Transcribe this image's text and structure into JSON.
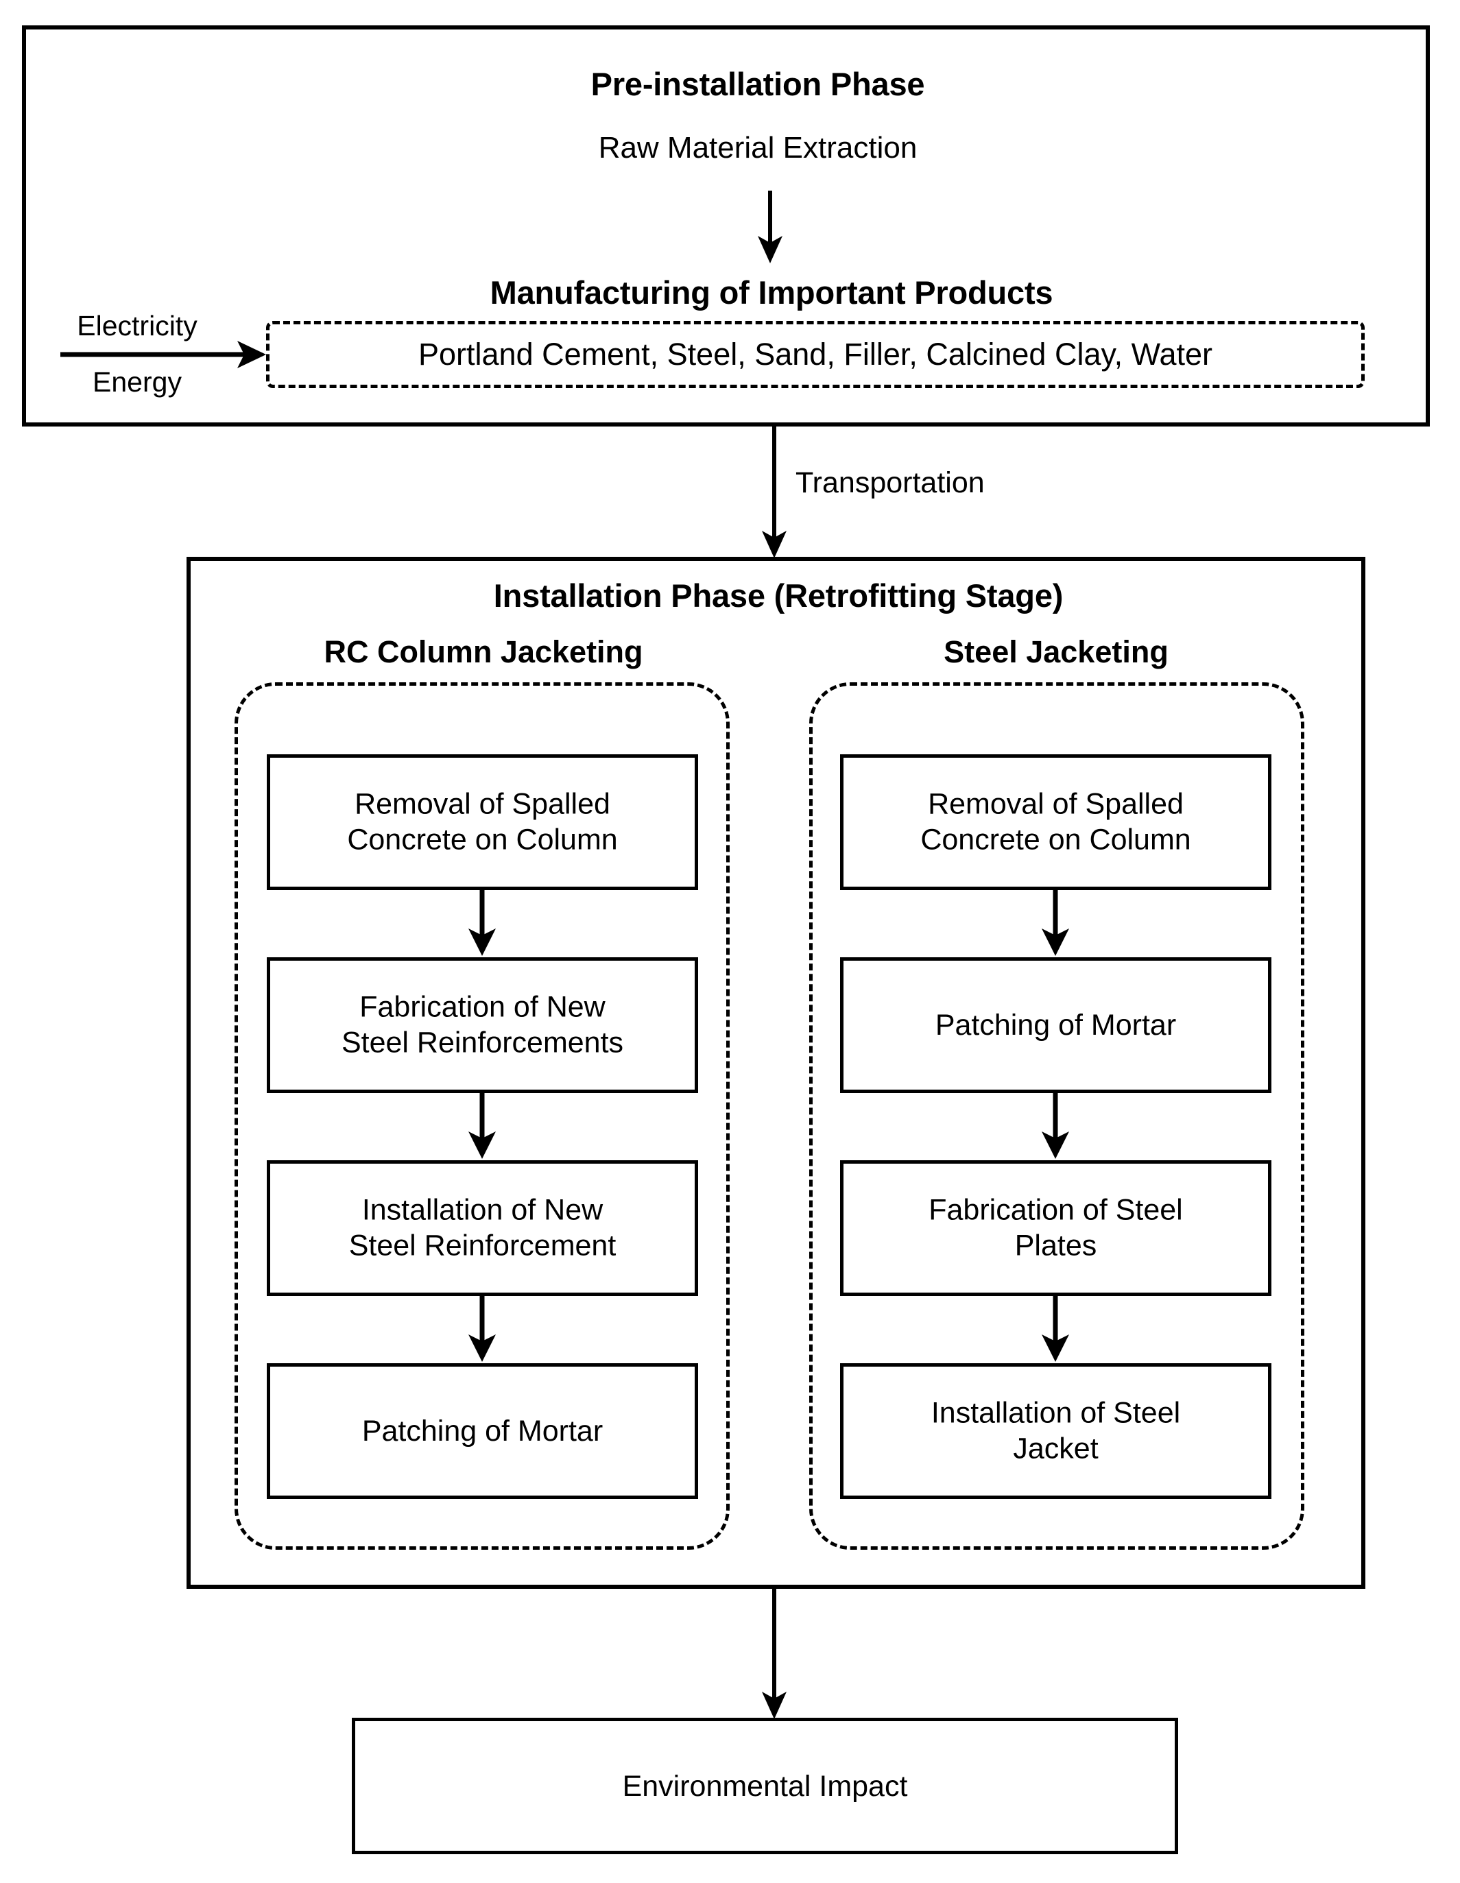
{
  "diagram": {
    "pre_installation": {
      "title": "Pre-installation Phase",
      "raw_material": "Raw Material Extraction",
      "manufacturing_title": "Manufacturing of Important Products",
      "materials": "Portland Cement, Steel, Sand, Filler, Calcined Clay, Water",
      "input_label_top": "Electricity",
      "input_label_bottom": "Energy"
    },
    "transport_label": "Transportation",
    "installation": {
      "title": "Installation Phase (Retrofitting Stage)",
      "columns": [
        {
          "header": "RC Column Jacketing",
          "steps": [
            "Removal of Spalled\nConcrete on Column",
            "Fabrication of New\nSteel Reinforcements",
            "Installation of New\nSteel Reinforcement",
            "Patching of Mortar"
          ]
        },
        {
          "header": "Steel Jacketing",
          "steps": [
            "Removal of Spalled\nConcrete on Column",
            "Patching of Mortar",
            "Fabrication of Steel\nPlates",
            "Installation of Steel\nJacket"
          ]
        }
      ]
    },
    "outcome": "Environmental  Impact",
    "colors": {
      "stroke": "#000000",
      "background": "#ffffff"
    }
  }
}
